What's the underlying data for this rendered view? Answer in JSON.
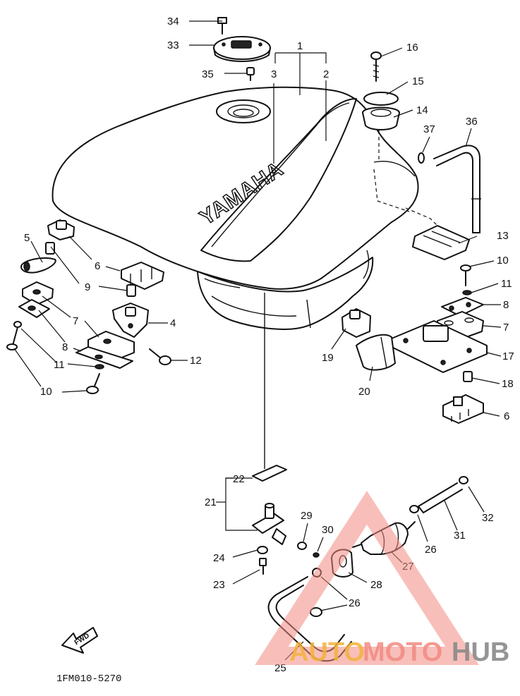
{
  "diagram": {
    "tank_brand": "YAMAHA",
    "part_code": "1FM010-5270",
    "fwd_label": "FWD",
    "callouts": {
      "c1": "1",
      "c2": "2",
      "c3": "3",
      "c4": "4",
      "c5": "5",
      "c6a": "6",
      "c6b": "6",
      "c7a": "7",
      "c7b": "7",
      "c8a": "8",
      "c8b": "8",
      "c9": "9",
      "c10a": "10",
      "c10b": "10",
      "c11a": "11",
      "c11b": "11",
      "c12": "12",
      "c13": "13",
      "c14": "14",
      "c15": "15",
      "c16": "16",
      "c17": "17",
      "c18": "18",
      "c19": "19",
      "c20": "20",
      "c21": "21",
      "c22": "22",
      "c23": "23",
      "c24": "24",
      "c25": "25",
      "c26a": "26",
      "c26b": "26",
      "c27": "27",
      "c28": "28",
      "c29": "29",
      "c30": "30",
      "c31": "31",
      "c32": "32",
      "c33": "33",
      "c34": "34",
      "c35": "35",
      "c36": "36",
      "c37": "37"
    }
  },
  "watermark": {
    "part_auto": "AUTO",
    "part_moto": "MOTO",
    "part_hub": "HUB",
    "colors": {
      "auto": "#f3b33d",
      "moto": "#f28b82",
      "hub": "#8a8a8a",
      "triangle": "#f28b82"
    }
  }
}
